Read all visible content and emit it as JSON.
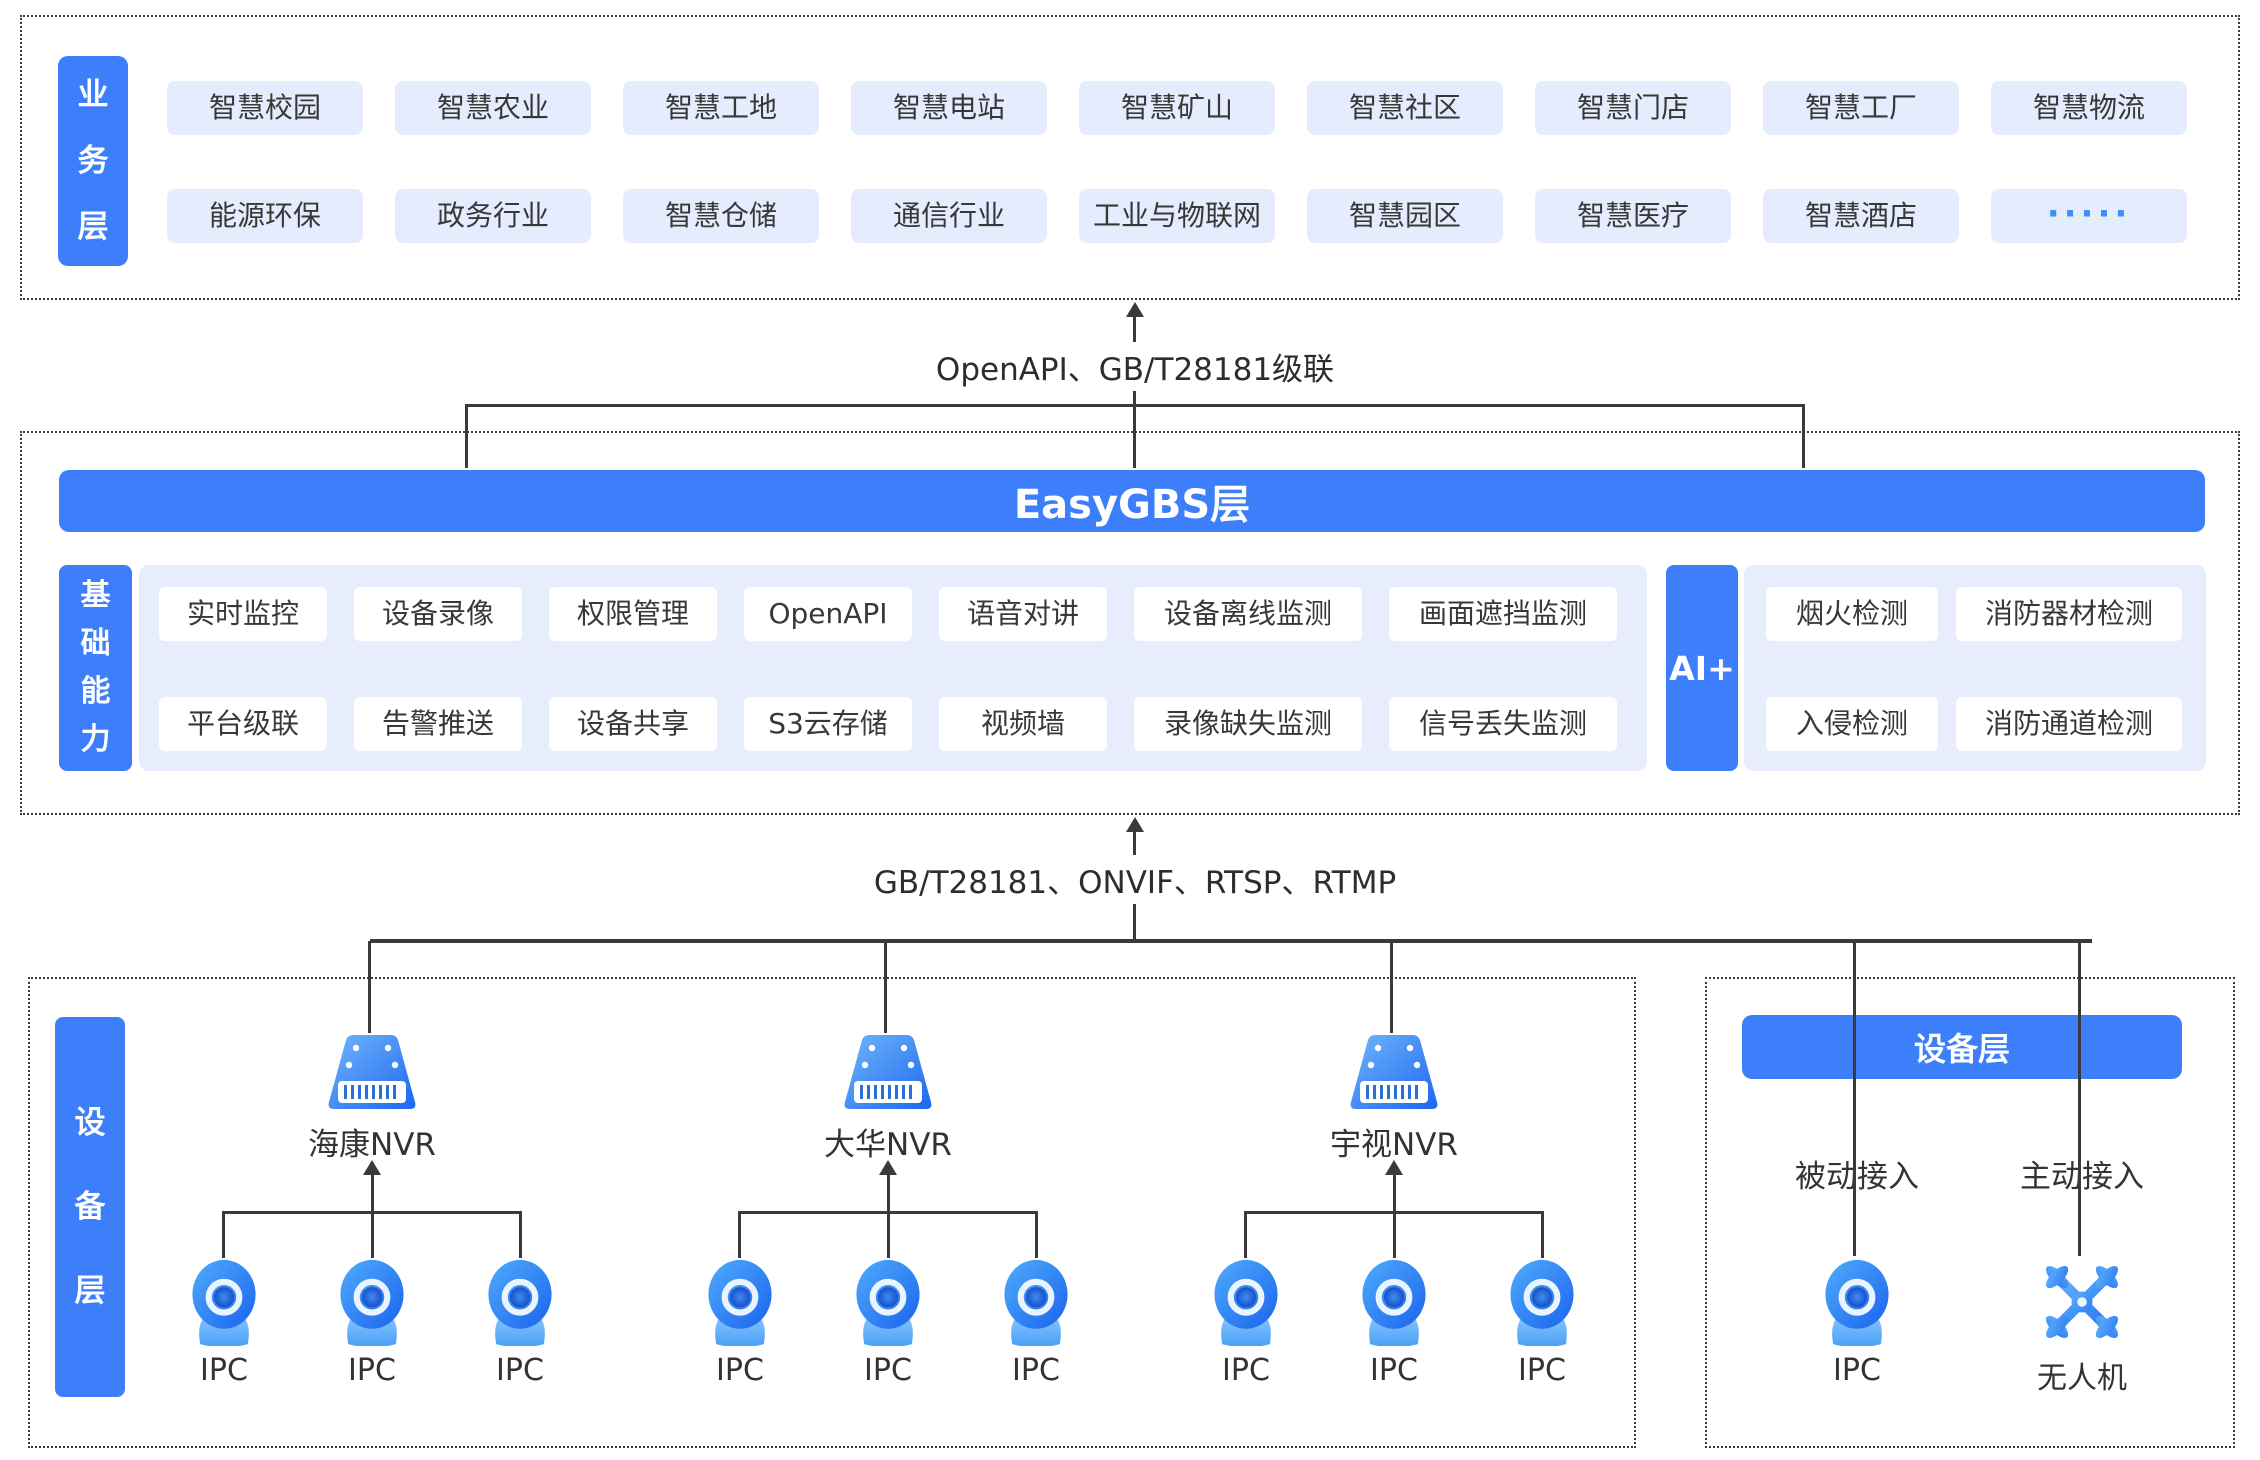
{
  "colors": {
    "primary": "#3D7EFB",
    "chip_bg": "#E4ECFD",
    "panel_bg": "#E7EDFC",
    "dots_accent": "#3F8CFD",
    "line": "#3a3a3a"
  },
  "business_layer": {
    "label": "业务层",
    "row1": [
      "智慧校园",
      "智慧农业",
      "智慧工地",
      "智慧电站",
      "智慧矿山",
      "智慧社区",
      "智慧门店",
      "智慧工厂",
      "智慧物流"
    ],
    "row2": [
      "能源环保",
      "政务行业",
      "智慧仓储",
      "通信行业",
      "工业与物联网",
      "智慧园区",
      "智慧医疗",
      "智慧酒店",
      "·····"
    ]
  },
  "connector_top": {
    "label": "OpenAPI、GB/T28181级联"
  },
  "easygbs_layer": {
    "title": "EasyGBS层",
    "base_label": "基础能力",
    "base_row1": [
      "实时监控",
      "设备录像",
      "权限管理",
      "OpenAPI",
      "语音对讲",
      "设备离线监测",
      "画面遮挡监测"
    ],
    "base_row2": [
      "平台级联",
      "告警推送",
      "设备共享",
      "S3云存储",
      "视频墙",
      "录像缺失监测",
      "信号丢失监测"
    ],
    "ai_label": "AI+",
    "ai_row1": [
      "烟火检测",
      "消防器材检测"
    ],
    "ai_row2": [
      "入侵检测",
      "消防通道检测"
    ]
  },
  "connector_bottom": {
    "label": "GB/T28181、ONVIF、RTSP、RTMP"
  },
  "device_layer_left": {
    "label": "设备层",
    "groups": [
      {
        "nvr": "海康NVR",
        "cameras": [
          "IPC",
          "IPC",
          "IPC"
        ]
      },
      {
        "nvr": "大华NVR",
        "cameras": [
          "IPC",
          "IPC",
          "IPC"
        ]
      },
      {
        "nvr": "宇视NVR",
        "cameras": [
          "IPC",
          "IPC",
          "IPC"
        ]
      }
    ]
  },
  "device_layer_right": {
    "title": "设备层",
    "columns": [
      {
        "access": "被动接入",
        "device": "IPC",
        "icon": "ipc-camera-icon"
      },
      {
        "access": "主动接入",
        "device": "无人机",
        "icon": "drone-icon"
      }
    ]
  },
  "icons": {
    "nvr": "nvr-device-icon",
    "camera": "ipc-camera-icon",
    "drone": "drone-icon"
  }
}
